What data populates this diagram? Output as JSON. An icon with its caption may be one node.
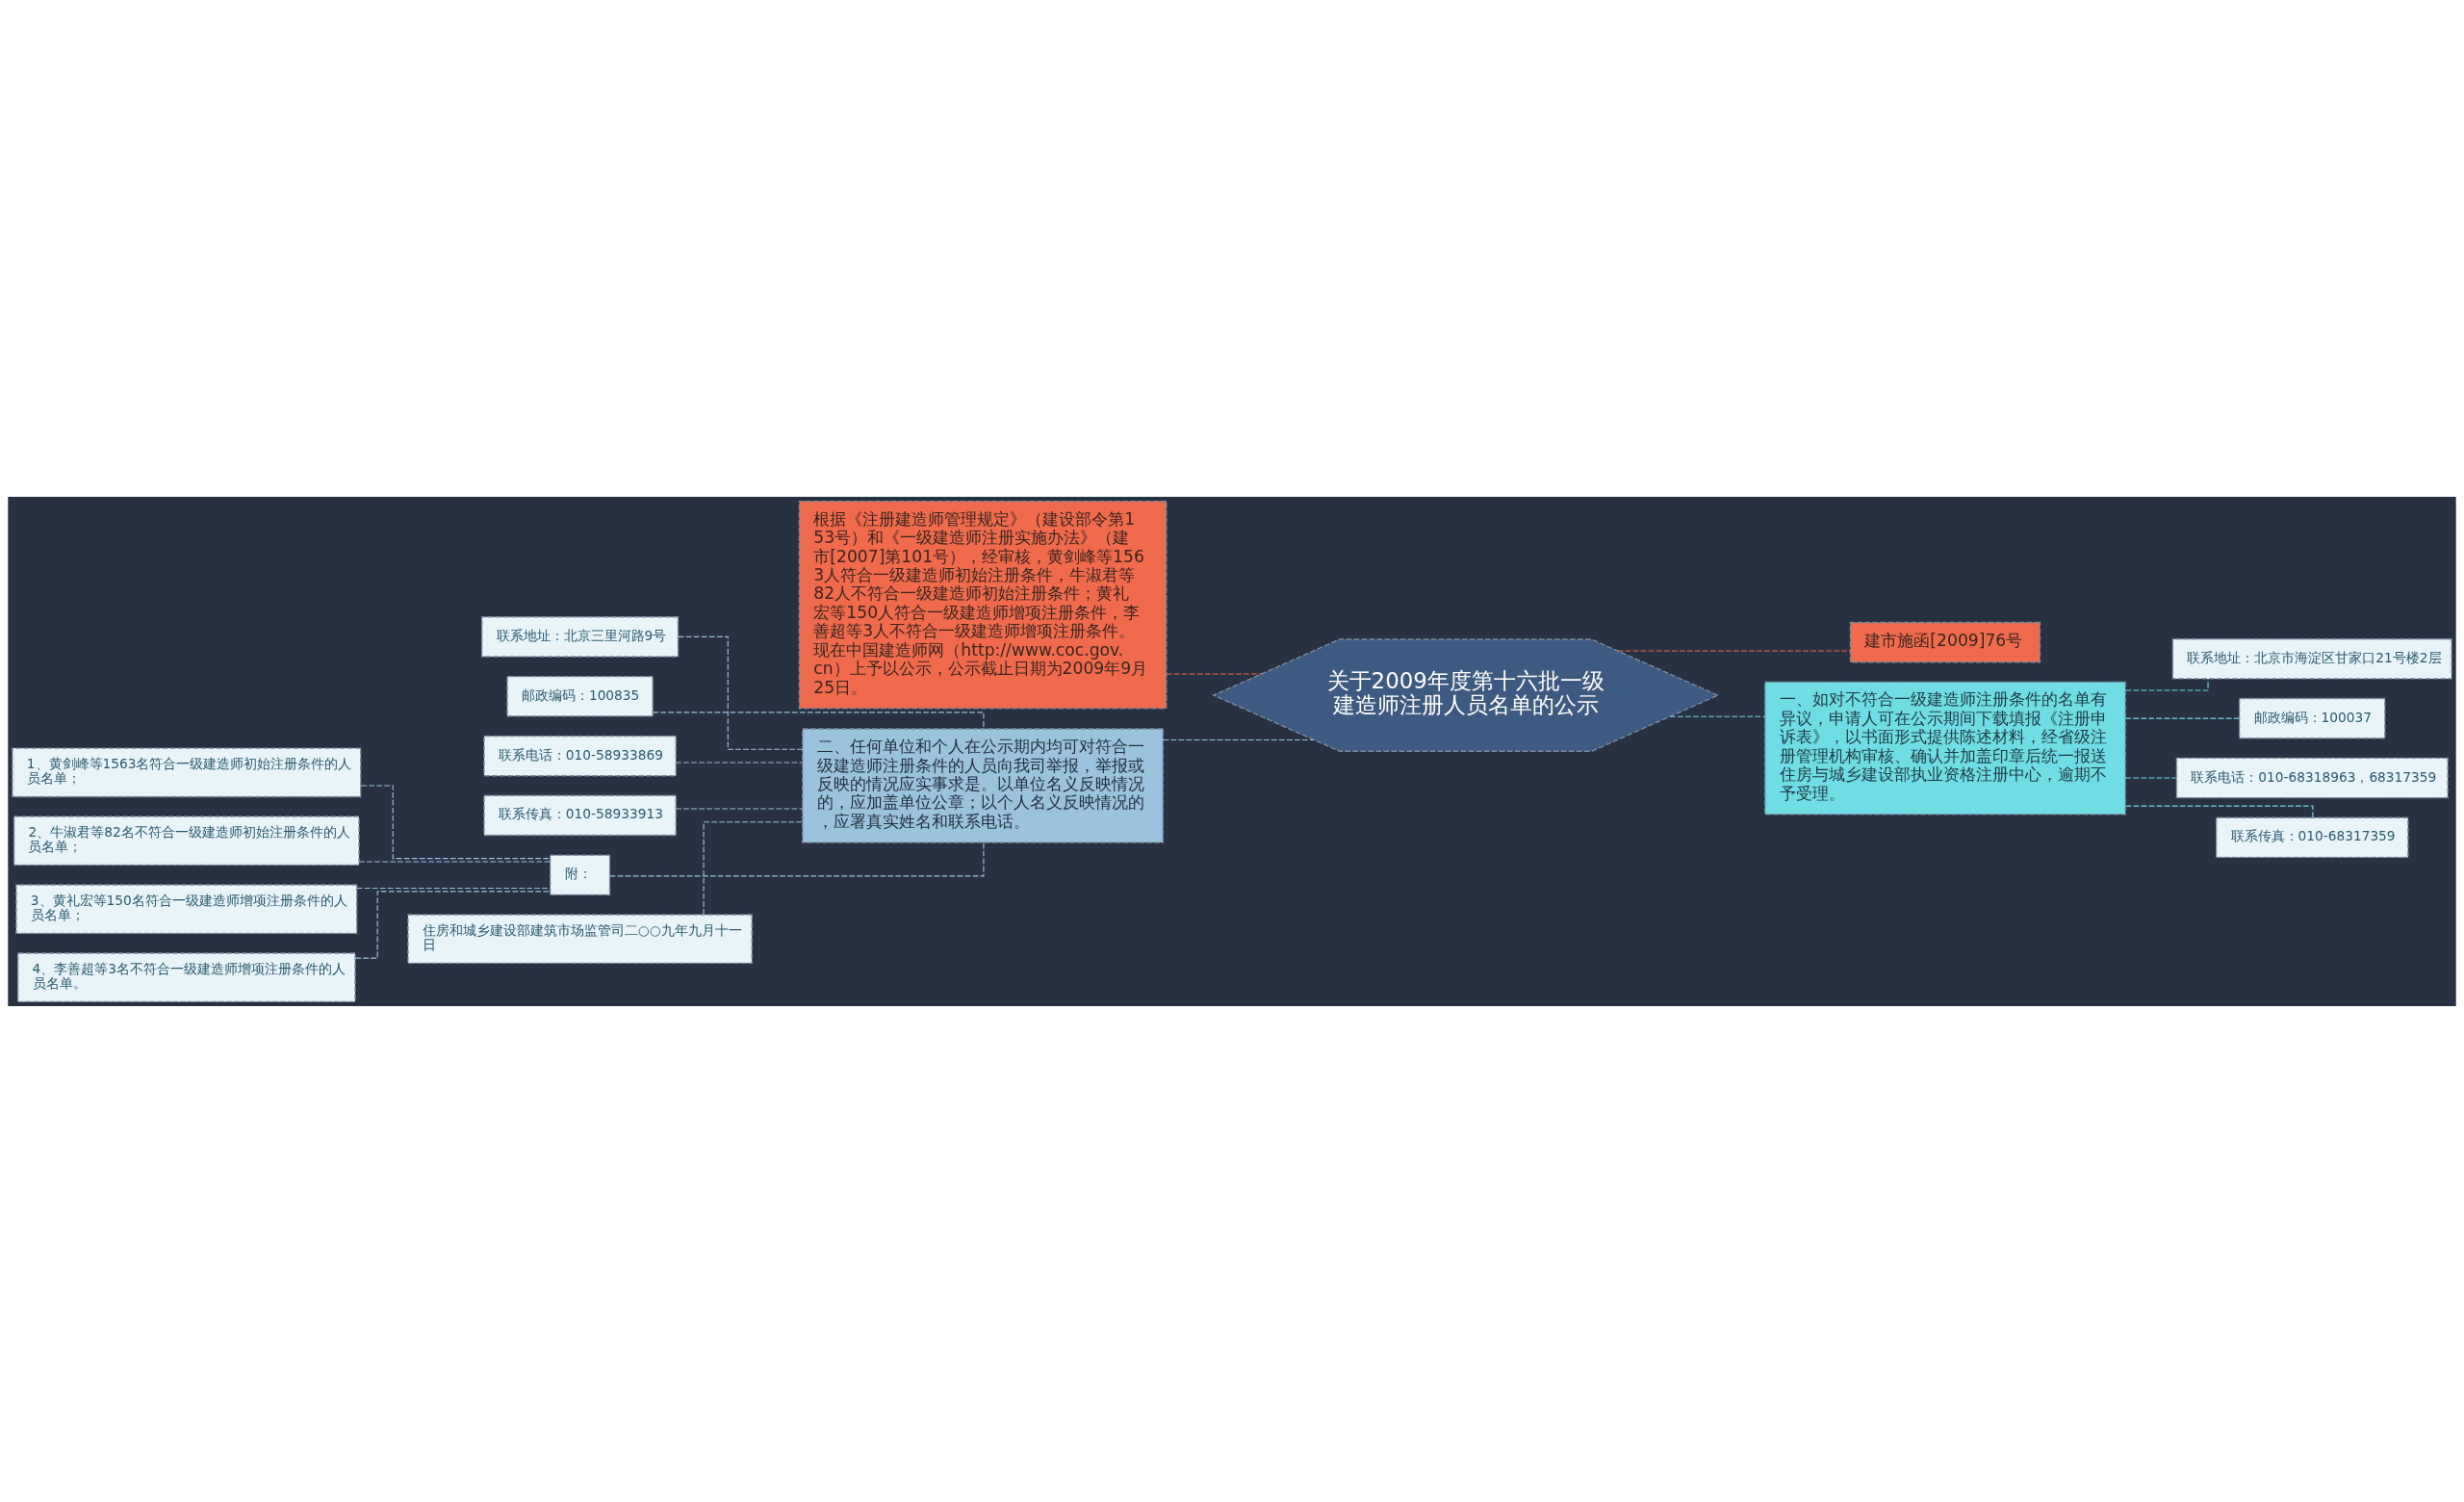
{
  "diagram": {
    "nodes": [
      {
        "text": [
          "关于2009年度第十六批一级建造师注册人员名单的公示"
        ]
      },
      {
        "text": [
          "根据《注册建造师管理规定》（建设部令第153号）和《一级建造师注册实施办法》（建市[2007]第101号），经审核，黄剑峰等1563人符合一级建造师初始注册条件，牛淑君等82人不符合一级建造师初始注册条件；黄礼宏等150人符合一级建造师增项注册条件，李善超等3人不符合一级建造师增项注册条件。现在中国建造师网（http://www.coc.gov.cn）上予以公示，公示截止日期为2009年9月25日。"
        ]
      },
      {
        "text": [
          "建市施函[2009]76号"
        ]
      },
      {
        "text": [
          "一、如对不符合一级建造师注册条件的名单有异议，申请人可在公示期间下载填报《注册申诉表》，以书面形式提供陈述材料，经省级注册管理机构审核、确认并加盖印章后统一报送住房与城乡建设部执业资格注册中心，逾期不予受理。"
        ]
      },
      {
        "text": [
          "联系地址：北京市海淀区甘家口21号楼2层"
        ]
      },
      {
        "text": [
          "邮政编码：100037"
        ]
      },
      {
        "text": [
          "联系电话：010-68318963，68317359"
        ]
      },
      {
        "text": [
          "联系传真：010-68317359"
        ]
      },
      {
        "text": [
          "二、任何单位和个人在公示期内均可对符合一级建造师注册条件的人员向我司举报，举报或反映的情况应实事求是。以单位名义反映情况的，应加盖单位公章；以个人名义反映情况的，应署真实姓名和联系电话。"
        ]
      },
      {
        "text": [
          "联系地址：北京三里河路9号"
        ]
      },
      {
        "text": [
          "邮政编码：100835"
        ]
      },
      {
        "text": [
          "联系电话：010-58933869"
        ]
      },
      {
        "text": [
          "联系传真：010-58933913"
        ]
      },
      {
        "text": [
          "附："
        ]
      },
      {
        "text": [
          "1、黄剑峰等1563名符合一级建造师初始注册条件的人员名单；"
        ]
      },
      {
        "text": [
          "2、牛淑君等82名不符合一级建造师初始注册条件的人员名单；"
        ]
      },
      {
        "text": [
          "3、黄礼宏等150名符合一级建造师增项注册条件的人员名单；"
        ]
      },
      {
        "text": [
          "4、李善超等3名不符合一级建造师增项注册条件的人员名单。"
        ]
      },
      {
        "text": [
          "住房和城乡建设部建筑市场监管司二○○九年九月十一日"
        ]
      }
    ],
    "edges": [
      {
        "from": 0,
        "to": 1,
        "arrow": "none",
        "style": "dashed",
        "color": "#f06b4d"
      },
      {
        "from": 0,
        "to": 2,
        "arrow": "none",
        "style": "dashed",
        "color": "#f06b4d"
      },
      {
        "from": 0,
        "to": 3,
        "arrow": "none",
        "style": "dashed",
        "color": "#6fdde4"
      },
      {
        "from": 3,
        "to": 4,
        "arrow": "none",
        "style": "dashed",
        "color": "#6fdde4"
      },
      {
        "from": 3,
        "to": 5,
        "arrow": "none",
        "style": "dashed",
        "color": "#6fdde4"
      },
      {
        "from": 3,
        "to": 6,
        "arrow": "none",
        "style": "dashed",
        "color": "#6fdde4"
      },
      {
        "from": 3,
        "to": 7,
        "arrow": "none",
        "style": "dashed",
        "color": "#6fdde4"
      },
      {
        "from": 0,
        "to": 8,
        "arrow": "none",
        "style": "dashed",
        "color": "#9cc3de"
      },
      {
        "from": 8,
        "to": 9,
        "arrow": "none",
        "style": "dashed",
        "color": "#9cc3de"
      },
      {
        "from": 8,
        "to": 10,
        "arrow": "none",
        "style": "dashed",
        "color": "#9cc3de"
      },
      {
        "from": 8,
        "to": 11,
        "arrow": "none",
        "style": "dashed",
        "color": "#9cc3de"
      },
      {
        "from": 8,
        "to": 12,
        "arrow": "none",
        "style": "dashed",
        "color": "#9cc3de"
      },
      {
        "from": 8,
        "to": 13,
        "arrow": "none",
        "style": "dashed",
        "color": "#9cc3de"
      },
      {
        "from": 13,
        "to": 14,
        "arrow": "none",
        "style": "dashed",
        "color": "#9cc3de"
      },
      {
        "from": 13,
        "to": 15,
        "arrow": "none",
        "style": "dashed",
        "color": "#9cc3de"
      },
      {
        "from": 13,
        "to": 16,
        "arrow": "none",
        "style": "dashed",
        "color": "#9cc3de"
      },
      {
        "from": 13,
        "to": 17,
        "arrow": "none",
        "style": "dashed",
        "color": "#9cc3de"
      },
      {
        "from": 8,
        "to": 18,
        "arrow": "none",
        "style": "dashed",
        "color": "#9cc3de"
      }
    ]
  }
}
